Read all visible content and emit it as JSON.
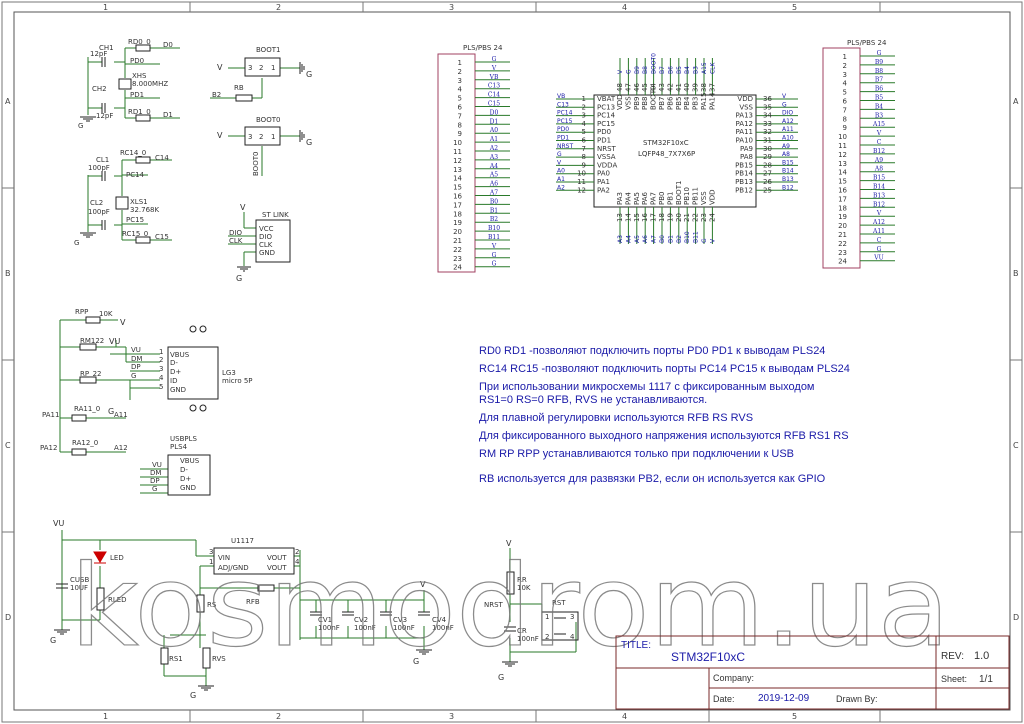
{
  "sheet": {
    "col_labels": [
      "1",
      "2",
      "3",
      "4",
      "5"
    ],
    "row_labels": [
      "A",
      "B",
      "C",
      "D"
    ]
  },
  "title_block": {
    "title_label": "TITLE:",
    "title": "STM32F10xC",
    "rev_label": "REV:",
    "rev": "1.0",
    "company_label": "Company:",
    "sheet_label": "Sheet:",
    "sheet": "1/1",
    "date_label": "Date:",
    "date": "2019-12-09",
    "drawn_label": "Drawn By:"
  },
  "notes": [
    "RD0 RD1 -позволяют подключить порты PD0 PD1 к выводам PLS24",
    "RC14 RC15 -позволяют подключить порты PC14 PC15 к выводам PLS24",
    "При использовании микросхемы 1117 с фиксированным выходом",
    "RS1=0 RS=0 RFB, RVS не устанавливаются.",
    "Для плавной регулировки используются RFB RS RVS",
    "Для фиксированного выходного напряжения используются RFB RS1 RS",
    "RM RP RPP устанавливаются только при подключении к USB",
    "RB используется для развязки PB2, если он используется как GPIO"
  ],
  "watermark": "kosmodrom.ua",
  "mcu": {
    "name": "STM32F10xC",
    "package": "LQFP48_7X7X6P",
    "left_pins": [
      {
        "num": "1",
        "name": "VBAT",
        "net": "VB"
      },
      {
        "num": "2",
        "name": "PC13",
        "net": "C13"
      },
      {
        "num": "3",
        "name": "PC14",
        "net": "PC14"
      },
      {
        "num": "4",
        "name": "PC15",
        "net": "PC15"
      },
      {
        "num": "5",
        "name": "PD0",
        "net": "PD0"
      },
      {
        "num": "6",
        "name": "PD1",
        "net": "PD1"
      },
      {
        "num": "7",
        "name": "NRST",
        "net": "NRST"
      },
      {
        "num": "8",
        "name": "VSSA",
        "net": "G"
      },
      {
        "num": "9",
        "name": "VDDA",
        "net": "V"
      },
      {
        "num": "10",
        "name": "PA0",
        "net": "A0"
      },
      {
        "num": "11",
        "name": "PA1",
        "net": "A1"
      },
      {
        "num": "12",
        "name": "PA2",
        "net": "A2"
      }
    ],
    "right_pins": [
      {
        "num": "36",
        "name": "VDD",
        "net": "V"
      },
      {
        "num": "35",
        "name": "VSS",
        "net": "G"
      },
      {
        "num": "34",
        "name": "PA13",
        "net": "DIO"
      },
      {
        "num": "33",
        "name": "PA12",
        "net": "A12"
      },
      {
        "num": "32",
        "name": "PA11",
        "net": "A11"
      },
      {
        "num": "31",
        "name": "PA10",
        "net": "A10"
      },
      {
        "num": "30",
        "name": "PA9",
        "net": "A9"
      },
      {
        "num": "29",
        "name": "PA8",
        "net": "A8"
      },
      {
        "num": "28",
        "name": "PB15",
        "net": "B15"
      },
      {
        "num": "27",
        "name": "PB14",
        "net": "B14"
      },
      {
        "num": "26",
        "name": "PB13",
        "net": "B13"
      },
      {
        "num": "25",
        "name": "PB12",
        "net": "B12"
      }
    ],
    "top_pins": [
      {
        "num": "48",
        "name": "VDD",
        "net": "V"
      },
      {
        "num": "47",
        "name": "VSS",
        "net": "G"
      },
      {
        "num": "46",
        "name": "PB9",
        "net": "B9"
      },
      {
        "num": "45",
        "name": "PB8",
        "net": "B8"
      },
      {
        "num": "44",
        "name": "BOOT0",
        "net": "BOOT0"
      },
      {
        "num": "43",
        "name": "PB7",
        "net": "B7"
      },
      {
        "num": "42",
        "name": "PB6",
        "net": "B6"
      },
      {
        "num": "41",
        "name": "PB5",
        "net": "B5"
      },
      {
        "num": "40",
        "name": "PB4",
        "net": "B4"
      },
      {
        "num": "39",
        "name": "PB3",
        "net": "B3"
      },
      {
        "num": "38",
        "name": "PA15",
        "net": "A15"
      },
      {
        "num": "37",
        "name": "PA14",
        "net": "CLK"
      }
    ],
    "bottom_pins": [
      {
        "num": "13",
        "name": "PA3",
        "net": "A3"
      },
      {
        "num": "14",
        "name": "PA4",
        "net": "A4"
      },
      {
        "num": "15",
        "name": "PA5",
        "net": "A5"
      },
      {
        "num": "16",
        "name": "PA6",
        "net": "A6"
      },
      {
        "num": "17",
        "name": "PA7",
        "net": "A7"
      },
      {
        "num": "18",
        "name": "PB0",
        "net": "B0"
      },
      {
        "num": "19",
        "name": "PB1",
        "net": "B1"
      },
      {
        "num": "20",
        "name": "BOOT1",
        "net": "B2"
      },
      {
        "num": "21",
        "name": "PB10",
        "net": "B10"
      },
      {
        "num": "22",
        "name": "PB11",
        "net": "B11"
      },
      {
        "num": "23",
        "name": "VSS",
        "net": "G"
      },
      {
        "num": "24",
        "name": "VDD",
        "net": "V"
      }
    ]
  },
  "header_left": {
    "name": "PLS/PBS 24",
    "pins": [
      "1",
      "2",
      "3",
      "4",
      "5",
      "6",
      "7",
      "8",
      "9",
      "10",
      "11",
      "12",
      "13",
      "14",
      "15",
      "16",
      "17",
      "18",
      "19",
      "20",
      "21",
      "22",
      "23",
      "24"
    ],
    "nets": [
      "G",
      "V",
      "VB",
      "C13",
      "C14",
      "C15",
      "D0",
      "D1",
      "A0",
      "A1",
      "A2",
      "A3",
      "A4",
      "A5",
      "A6",
      "A7",
      "B0",
      "B1",
      "B2",
      "B10",
      "B11",
      "V",
      "G",
      "G"
    ]
  },
  "header_right": {
    "name": "PLS/PBS 24",
    "pins": [
      "1",
      "2",
      "3",
      "4",
      "5",
      "6",
      "7",
      "8",
      "9",
      "10",
      "11",
      "12",
      "13",
      "14",
      "15",
      "16",
      "17",
      "18",
      "19",
      "20",
      "21",
      "22",
      "23",
      "24"
    ],
    "nets": [
      "G",
      "B9",
      "B8",
      "B7",
      "B6",
      "B5",
      "B4",
      "B3",
      "A15",
      "V",
      "C",
      "B12",
      "A9",
      "A8",
      "B15",
      "B14",
      "B13",
      "B12",
      "V",
      "A12",
      "A11",
      "C",
      "G",
      "VU"
    ]
  },
  "osc1": {
    "ch1": "CH1",
    "ch1_val": "12pF",
    "ch2": "CH2",
    "ch2_val": "12pF",
    "xhs": "XHS",
    "xhs_val": "8.000MHZ",
    "rd0": "RD0_0",
    "rd0_net": "D0",
    "rd1": "RD1_0",
    "rd1_net": "D1",
    "pd0": "PD0",
    "pd1": "PD1",
    "gnd": "G"
  },
  "osc2": {
    "cl1": "CL1",
    "cl1_val": "100pF",
    "cl2": "CL2",
    "cl2_val": "100pF",
    "xls": "XLS1",
    "xls_val": "32.768K",
    "rc14": "RC14_0",
    "rc14_net": "C14",
    "rc15": "RC15_0",
    "rc15_net": "C15",
    "pc14": "PC14",
    "pc15": "PC15",
    "gnd": "G"
  },
  "boot": {
    "boot1": "BOOT1",
    "boot0": "BOOT0",
    "rb": "RB",
    "b2": "B2",
    "pin1": "1",
    "pin2": "2",
    "pin3": "3",
    "v": "V",
    "g": "G",
    "boot0_net": "BOOT0"
  },
  "stlink": {
    "name": "ST LINK",
    "pins": [
      "VCC",
      "DIO",
      "CLK",
      "GND"
    ],
    "nets": [
      "DIO",
      "CLK"
    ],
    "v": "V",
    "g": "G"
  },
  "usb": {
    "rpp": "RPP",
    "rpp_val": "10K",
    "v": "V",
    "rm": "RM122",
    "rp": "RP_22",
    "ra11": "RA11_0",
    "ra12": "RA12_0",
    "vu": "VU",
    "dm": "DM",
    "dp": "DP",
    "g": "G",
    "pa11": "PA11",
    "pa12": "PA12",
    "a11": "A11",
    "a12": "A12",
    "conn": "LG3",
    "conn_type": "micro 5P",
    "pins": [
      "VBUS",
      "D-",
      "D+",
      "ID",
      "GND"
    ],
    "nums": [
      "1",
      "2",
      "3",
      "4",
      "5"
    ],
    "usbpls": "USBPLS",
    "pls4": "PLS4",
    "pls_pins": [
      "VBUS",
      "D-",
      "D+",
      "GND"
    ],
    "pls_nets": [
      "VU",
      "DM",
      "DP",
      "G"
    ]
  },
  "power": {
    "vu": "VU",
    "cusb": "CUSB",
    "cusb_val": "10UF",
    "led": "LED",
    "rled": "RLED",
    "reg": "U1117",
    "reg_pins": [
      "VIN",
      "ADJ/GND",
      "VOUT",
      "VOUT"
    ],
    "reg_nums": [
      "3",
      "1",
      "2",
      "4"
    ],
    "rfb": "RFB",
    "rs": "RS",
    "rs1": "RS1",
    "rvs": "RVS",
    "cv1": "CV1",
    "cv1_val": "100nF",
    "cv2": "CV2",
    "cv2_val": "100nF",
    "cv3": "CV3",
    "cv3_val": "100nF",
    "cv4": "CV4",
    "cv4_val": "100nF",
    "v": "V",
    "g": "G"
  },
  "reset": {
    "v": "V",
    "rr": "RR",
    "rr_val": "10K",
    "nrst": "NRST",
    "cr": "CR",
    "cr_val": "100nF",
    "rst": "RST",
    "pins": [
      "1",
      "2",
      "3",
      "4"
    ],
    "g": "G"
  }
}
